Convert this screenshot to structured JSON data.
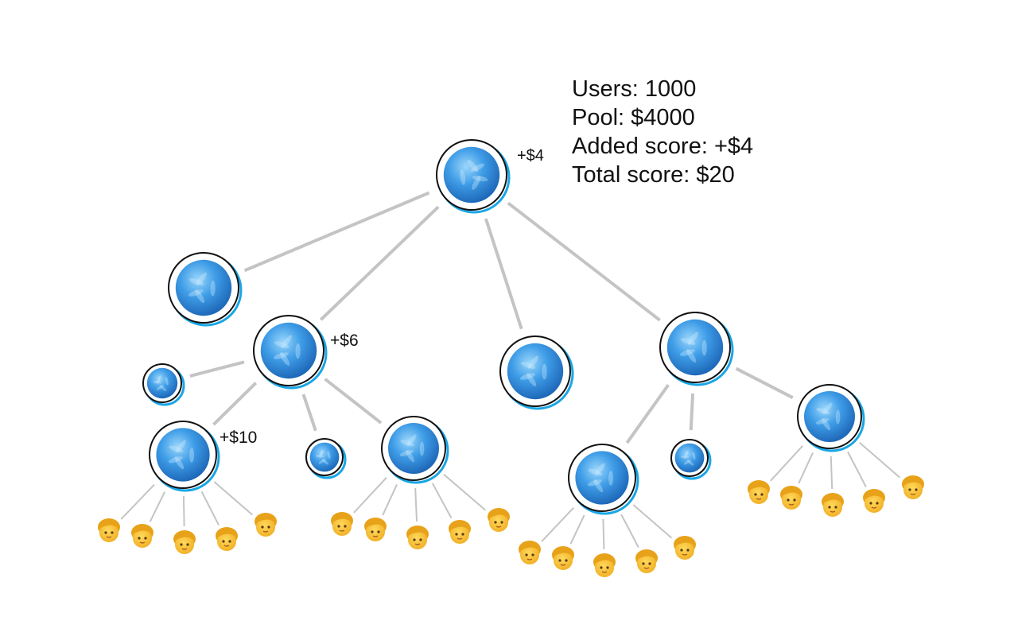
{
  "stats": {
    "users": "Users: 1000",
    "pool": "Pool: $4000",
    "added_score": "Added score: +$4",
    "total_score": "Total score: $20"
  },
  "colors": {
    "edge": "#c4c4c4",
    "ring": "#111111",
    "ring_shadow": "#1aa6e6",
    "orb_light": "#8fd0fb",
    "orb_mid": "#3d9be6",
    "orb_dark": "#1865b8",
    "face": "#f7c23a",
    "hair": "#e8a21a"
  },
  "node_labels": {
    "root": "+$4",
    "mid": "+$6",
    "low": "+$10"
  },
  "user_icon": "person-icon",
  "node_icon": "planet-icon"
}
